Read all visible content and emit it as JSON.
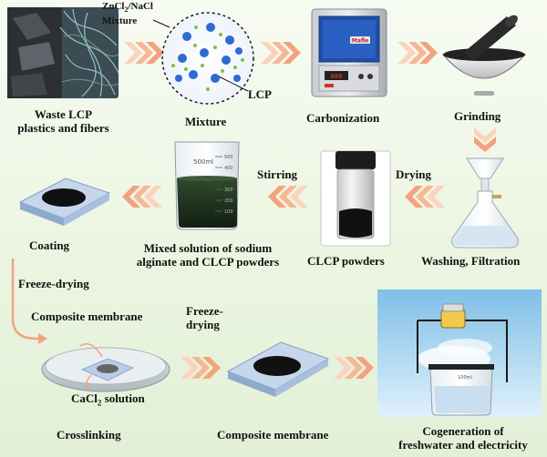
{
  "labels": {
    "waste_lcp": [
      "Waste LCP",
      "plastics and fibers"
    ],
    "salt_mixture": [
      "ZnCl",
      "2",
      "/NaCl",
      "Mixture"
    ],
    "lcp": "LCP",
    "mixture": "Mixture",
    "carbonization": "Carbonization",
    "grinding": "Grinding",
    "drying": "Drying",
    "washing": "Washing, Filtration",
    "clcp_powders": "CLCP  powders",
    "stirring": "Stirring",
    "mixed_solution": [
      "Mixed solution of sodium",
      "alginate and CLCP powders"
    ],
    "coating": "Coating",
    "freeze_drying_1": "Freeze-drying",
    "composite_membrane_top": "Composite membrane",
    "cacl2_solution": [
      "CaCl",
      "2",
      " solution"
    ],
    "crosslinking": "Crosslinking",
    "freeze_drying_2": [
      "Freeze-",
      "drying"
    ],
    "composite_membrane_bottom": "Composite membrane",
    "cogeneration": [
      "Cogeneration of",
      "freshwater and electricity"
    ]
  },
  "beaker_marks": [
    "500ml",
    "500",
    "400",
    "300",
    "200",
    "100"
  ],
  "cogen_beaker_mark": "100ml",
  "oven_brand": "Mafle",
  "colors": {
    "arrow": "#f4a27d",
    "arrow_light": "#fbd3bd",
    "membrane": "#b9cde6",
    "membrane_edge": "#7f9fc4",
    "background": "#eef6e4"
  }
}
